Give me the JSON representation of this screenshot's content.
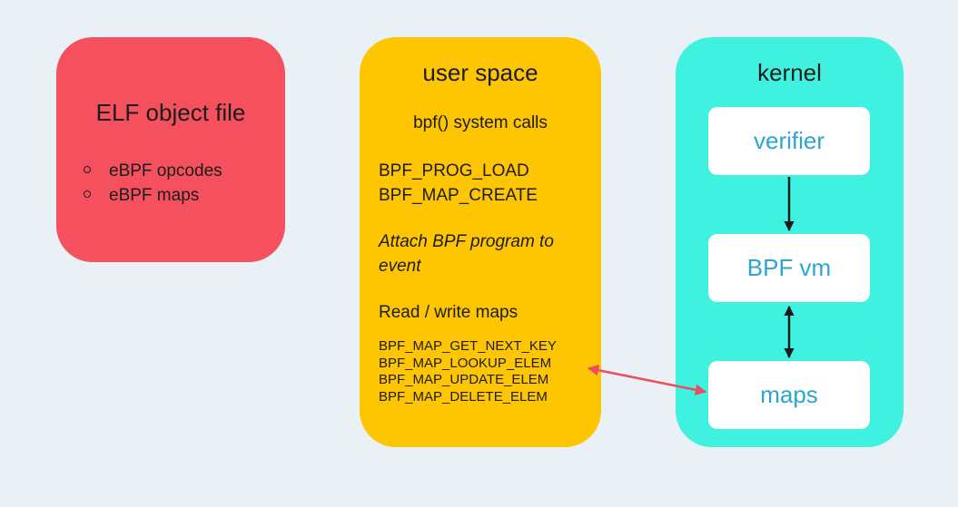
{
  "elf": {
    "title": "ELF object file",
    "items": [
      "eBPF opcodes",
      "eBPF maps"
    ]
  },
  "user_space": {
    "title": "user space",
    "syscalls_heading": "bpf() system calls",
    "prog_load": "BPF_PROG_LOAD",
    "map_create": "BPF_MAP_CREATE",
    "attach_line1": "Attach BPF program to",
    "attach_line2": "event",
    "read_write": "Read / write maps",
    "map_ops": [
      "BPF_MAP_GET_NEXT_KEY",
      "BPF_MAP_LOOKUP_ELEM",
      "BPF_MAP_UPDATE_ELEM",
      "BPF_MAP_DELETE_ELEM"
    ]
  },
  "kernel": {
    "title": "kernel",
    "verifier": "verifier",
    "vm": "BPF vm",
    "maps": "maps"
  },
  "colors": {
    "background": "#e9f1f7",
    "elf_box": "#f4505e",
    "user_box": "#fec503",
    "kernel_box": "#3ff2e0",
    "kernel_text": "#2ca6cf",
    "red_arrow": "#ea4e63",
    "black_arrow": "#1c1c1c"
  }
}
